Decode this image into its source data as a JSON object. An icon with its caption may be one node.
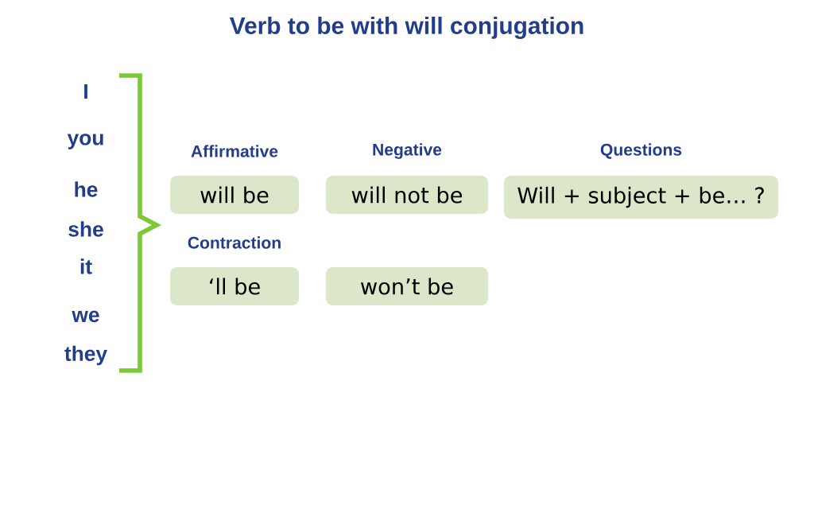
{
  "diagram": {
    "title": "Verb to be with will conjugation",
    "nodes": [
      {
        "text": [
          "Affirmative",
          "will be"
        ]
      },
      {
        "text": [
          "Negative",
          "will not be"
        ]
      },
      {
        "text": [
          "Questions",
          "Will + subject + be… ?"
        ]
      },
      {
        "text": [
          "Contraction",
          "‘ll be"
        ]
      },
      {
        "text": [
          "won’t be"
        ]
      }
    ],
    "labels": [
      "I",
      "you",
      "he",
      "she",
      "it",
      "we",
      "they"
    ]
  }
}
